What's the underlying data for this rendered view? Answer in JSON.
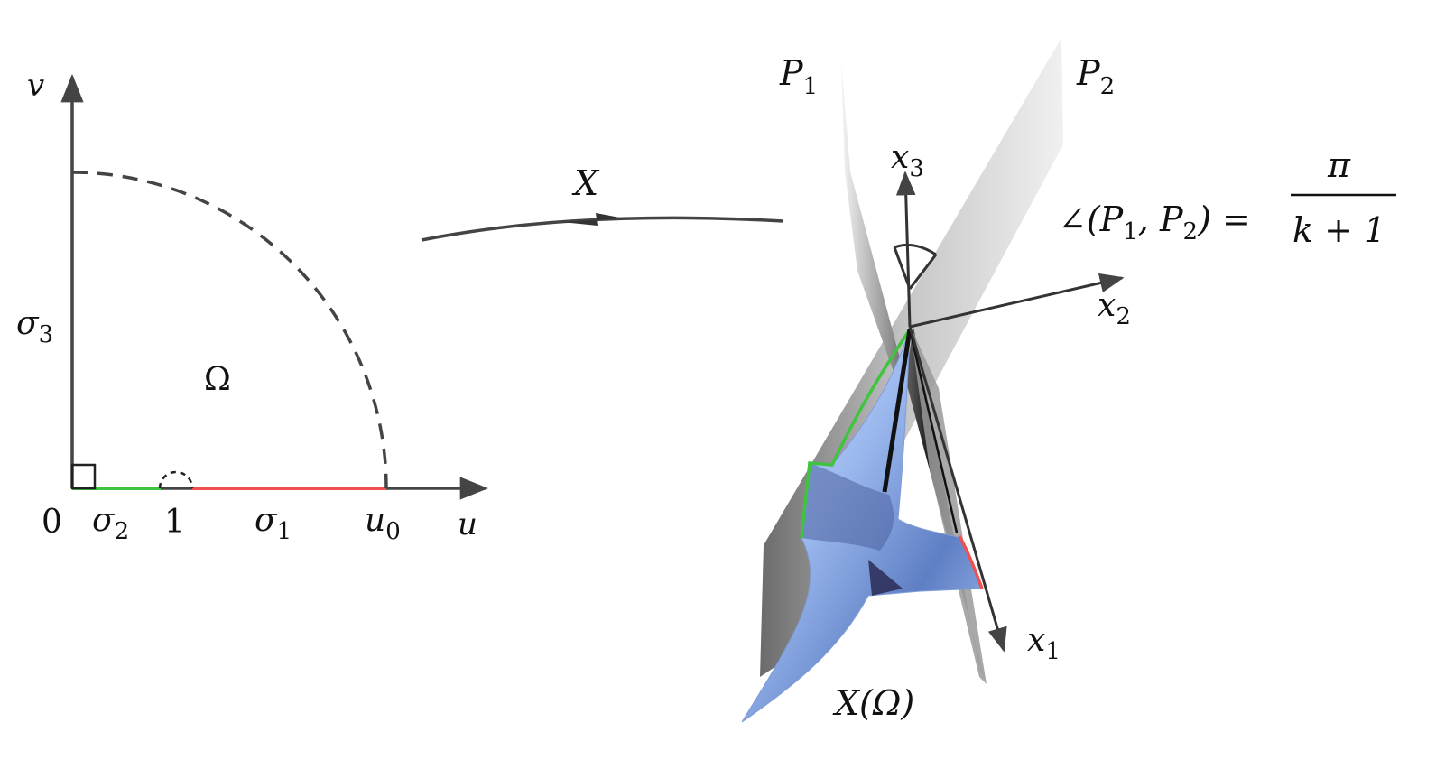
{
  "domain_figure": {
    "left_panel": {
      "axis_v_label": "v",
      "axis_u_label": "u",
      "origin_label": "0",
      "sigma3_label": "σ",
      "sigma3_sub": "3",
      "sigma2_label": "σ",
      "sigma2_sub": "2",
      "sigma1_label": "σ",
      "sigma1_sub": "1",
      "one_label": "1",
      "u0_label": "u",
      "u0_sub": "0",
      "omega_label": "Ω"
    },
    "map": {
      "label": "X"
    },
    "right_panel": {
      "plane1_label": "P",
      "plane1_sub": "1",
      "plane2_label": "P",
      "plane2_sub": "2",
      "x1_label": "x",
      "x1_sub": "1",
      "x2_label": "x",
      "x2_sub": "2",
      "x3_label": "x",
      "x3_sub": "3",
      "angle_formula_lhs": "∠(P",
      "angle_formula_sub1": "1",
      "angle_formula_mid": ", P",
      "angle_formula_sub2": "2",
      "angle_formula_rhs": ") =",
      "fraction_numerator": "π",
      "fraction_denominator": "k + 1",
      "image_label": "X(Ω)"
    },
    "colors": {
      "axis": "#444444",
      "green": "#3ec43e",
      "red": "#f05050",
      "surface": "#a9c4f2",
      "plane": "#b8b8b8"
    }
  }
}
